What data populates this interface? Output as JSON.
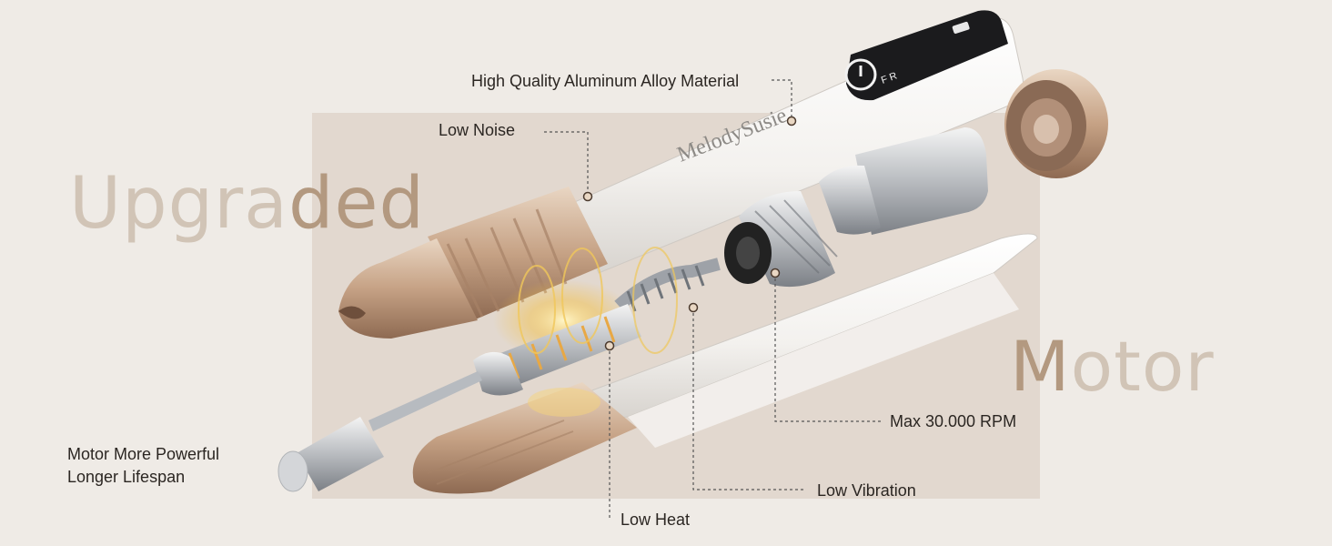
{
  "headline": {
    "word1": {
      "part_a": "Upgra",
      "part_b": "ded"
    },
    "word2": {
      "part_a": "M",
      "part_b": "otor"
    }
  },
  "brand": {
    "device_logo": "MelodySusie"
  },
  "callouts": {
    "aluminum": "High Quality Aluminum Alloy Material",
    "noise": "Low Noise",
    "rpm": "Max 30.000 RPM",
    "vibration": "Low Vibration",
    "heat": "Low Heat",
    "motor_line1": "Motor More Powerful",
    "motor_line2": "Longer Lifespan"
  },
  "colors": {
    "background": "#efebe6",
    "panel": "#e2d8cf",
    "accent_gold": "#b39980",
    "accent_light": "#d1c4b6",
    "text": "#2b2622"
  }
}
